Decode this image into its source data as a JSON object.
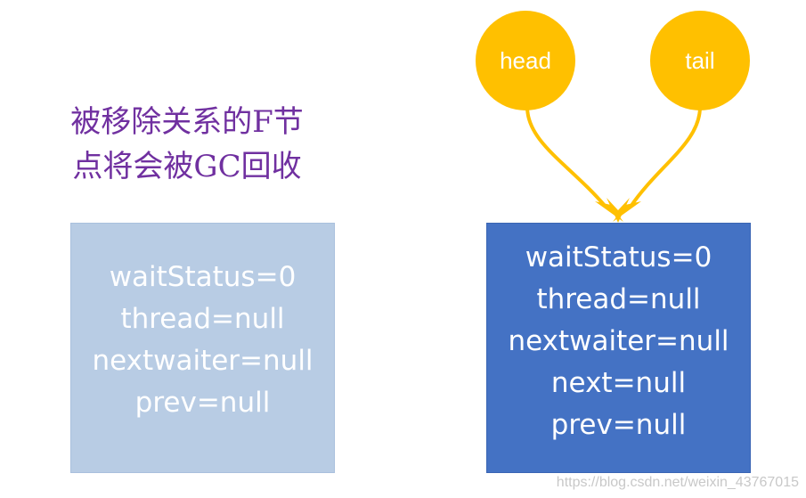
{
  "caption": {
    "line1": "被移除关系的F节",
    "line2": "点将会被GC回收"
  },
  "removed_node": {
    "fields": [
      "waitStatus=0",
      "thread=null",
      "nextwaiter=null",
      "prev=null"
    ]
  },
  "current_node": {
    "fields": [
      "waitStatus=0",
      "thread=null",
      "nextwaiter=null",
      "next=null",
      "prev=null"
    ]
  },
  "pointers": {
    "head": "head",
    "tail": "tail"
  },
  "colors": {
    "caption": "#7030a0",
    "removed_node_fill": "#b8cce4",
    "current_node_fill": "#4472c4",
    "pointer_fill": "#ffc000"
  },
  "watermark": "https://blog.csdn.net/weixin_43767015"
}
